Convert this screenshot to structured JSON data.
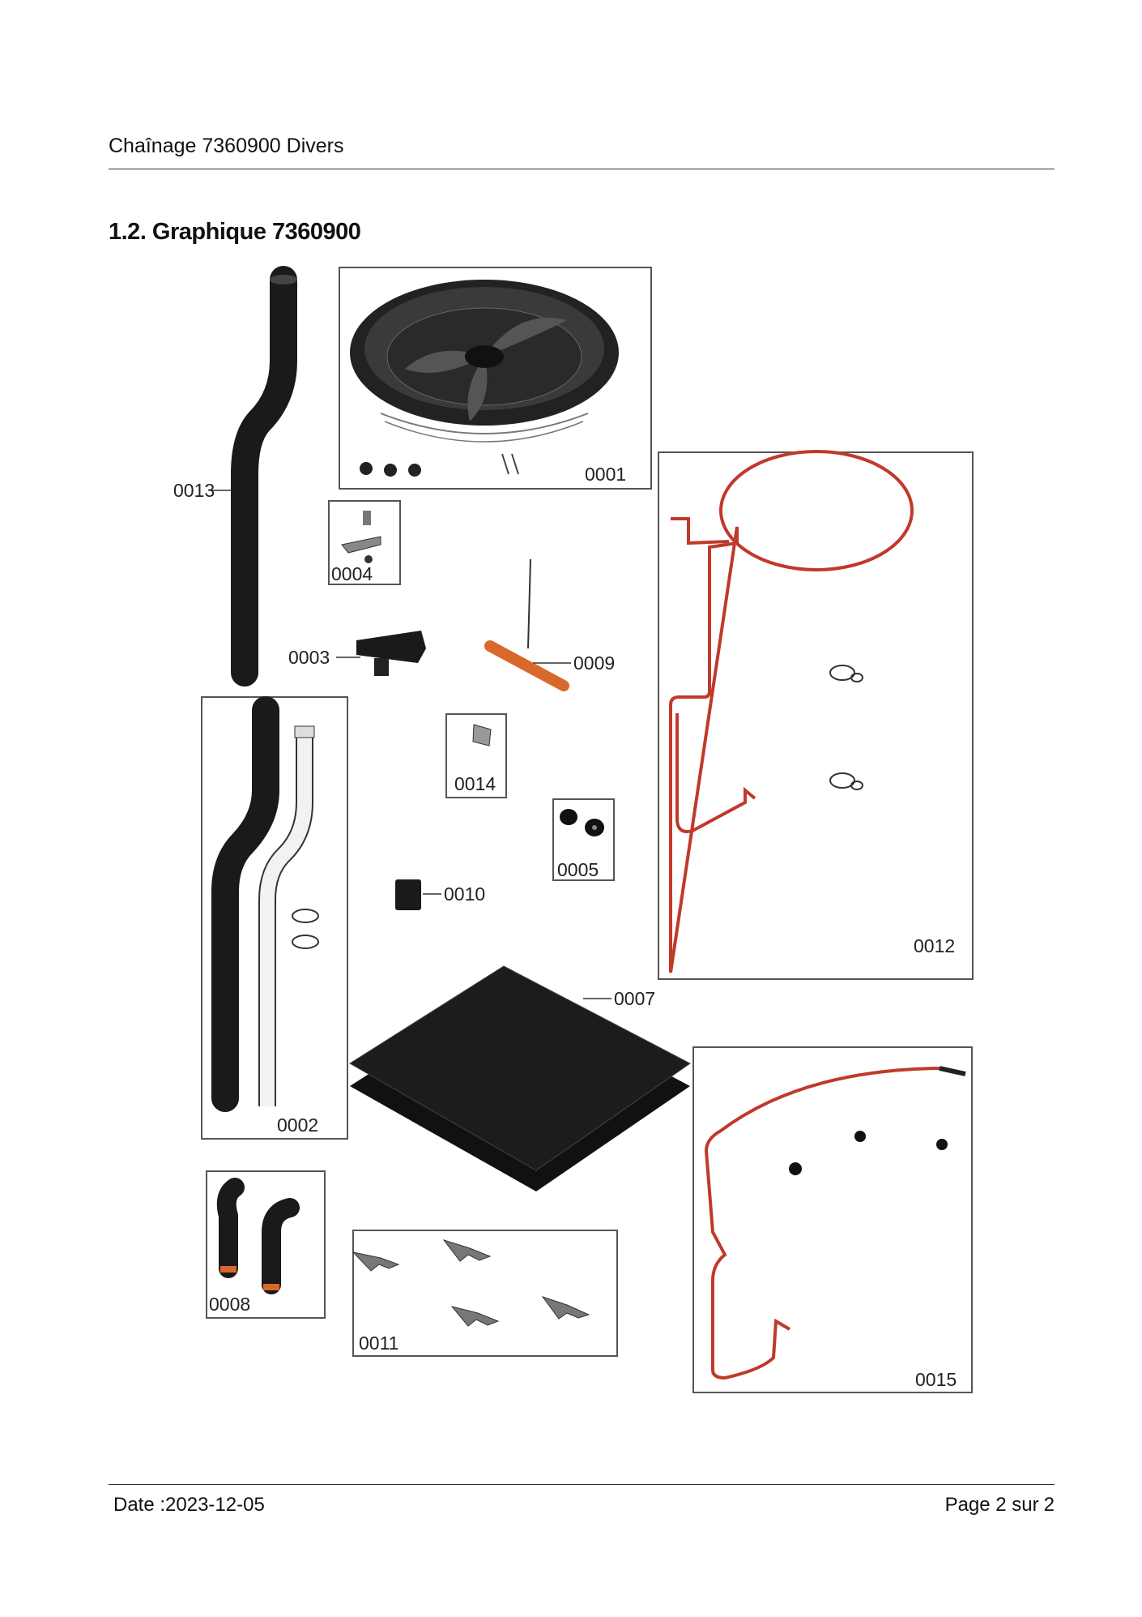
{
  "header": {
    "title": "Chaînage 7360900 Divers"
  },
  "section": {
    "title": "1.2. Graphique 7360900"
  },
  "parts": [
    {
      "code": "0001"
    },
    {
      "code": "0002"
    },
    {
      "code": "0003"
    },
    {
      "code": "0004"
    },
    {
      "code": "0005"
    },
    {
      "code": "0007"
    },
    {
      "code": "0008"
    },
    {
      "code": "0009"
    },
    {
      "code": "0010"
    },
    {
      "code": "0011"
    },
    {
      "code": "0012"
    },
    {
      "code": "0013"
    },
    {
      "code": "0014"
    },
    {
      "code": "0015"
    }
  ],
  "footer": {
    "date": "Date :2023-12-05",
    "page_label": "Page 2 sur",
    "page_total": "2"
  },
  "colors": {
    "red_pipe": "#c0392b",
    "black_part": "#1a1a1a",
    "orange_part": "#d9692a"
  }
}
